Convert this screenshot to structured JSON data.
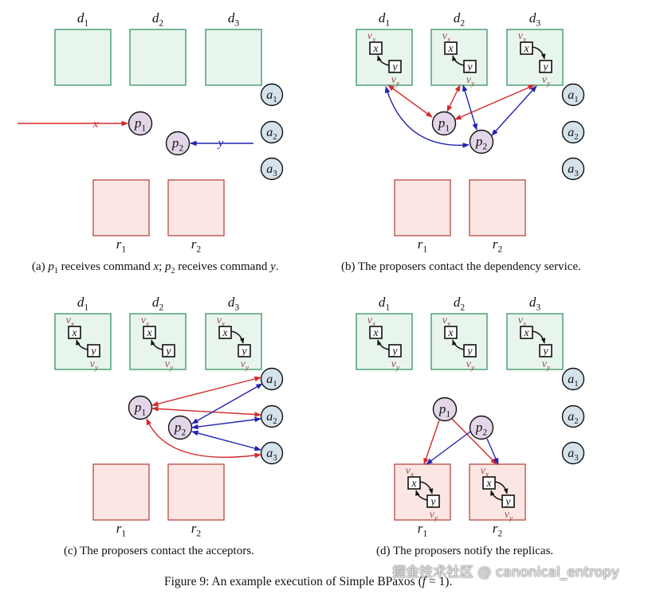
{
  "figure": {
    "caption": "Figure 9: An example execution of Simple BPaxos (f = 1).",
    "caption_prefix": "Figure 9: An example execution of Simple BPaxos (",
    "caption_var": "f",
    "caption_suffix": " = 1).",
    "watermark": "掘金技术社区 @ canonical_entropy"
  },
  "colors": {
    "dep_fill": "#e8f5ec",
    "dep_stroke": "#4fa27a",
    "replica_fill": "#fbe6e4",
    "replica_stroke": "#c0605a",
    "proposer_fill": "#e2d6e8",
    "acceptor_fill": "#d4e2ec",
    "red_arrow": "#d42a2a",
    "blue_arrow": "#2222b0",
    "vlabel": "#9a4a4a"
  },
  "labels": {
    "deps": [
      "d",
      "d",
      "d"
    ],
    "dep_subs": [
      "1",
      "2",
      "3"
    ],
    "replicas": [
      "r",
      "r"
    ],
    "replica_subs": [
      "1",
      "2"
    ],
    "proposers": [
      "p",
      "p"
    ],
    "proposer_subs": [
      "1",
      "2"
    ],
    "acceptors": [
      "a",
      "a",
      "a"
    ],
    "acceptor_subs": [
      "1",
      "2",
      "3"
    ],
    "cmd_x": "x",
    "cmd_y": "y",
    "v_x": "v",
    "v_x_sub": "x",
    "v_y": "v",
    "v_y_sub": "y"
  },
  "panels": [
    {
      "id": "a",
      "caption_parts": [
        "(a) ",
        "p",
        "1",
        " receives command ",
        "x",
        "; ",
        "p",
        "2",
        " receives command ",
        "y",
        "."
      ],
      "dep_graphs": [],
      "replica_graphs": [],
      "edges": [
        {
          "from": "input",
          "to": "p1",
          "color": "red",
          "label": "x"
        },
        {
          "from": "input",
          "to": "p2",
          "color": "blue",
          "label": "y"
        }
      ]
    },
    {
      "id": "b",
      "caption": "(b) The proposers contact the dependency service.",
      "dep_graphs": [
        "y->x",
        "y->x",
        "x->y"
      ],
      "replica_graphs": [],
      "edges": [
        {
          "from": "p1",
          "to": "d1",
          "color": "red",
          "bidirectional": true
        },
        {
          "from": "p1",
          "to": "d2",
          "color": "red",
          "bidirectional": true
        },
        {
          "from": "p1",
          "to": "d3",
          "color": "red",
          "bidirectional": true
        },
        {
          "from": "p2",
          "to": "d1",
          "color": "blue",
          "bidirectional": true
        },
        {
          "from": "p2",
          "to": "d2",
          "color": "blue",
          "bidirectional": true
        },
        {
          "from": "p2",
          "to": "d3",
          "color": "blue",
          "bidirectional": true
        }
      ]
    },
    {
      "id": "c",
      "caption": "(c) The proposers contact the acceptors.",
      "dep_graphs": [
        "y->x",
        "y->x",
        "x->y"
      ],
      "replica_graphs": [],
      "edges": [
        {
          "from": "p1",
          "to": "a1",
          "color": "red",
          "bidirectional": true
        },
        {
          "from": "p1",
          "to": "a2",
          "color": "red",
          "bidirectional": true
        },
        {
          "from": "p1",
          "to": "a3",
          "color": "red",
          "bidirectional": true
        },
        {
          "from": "p2",
          "to": "a1",
          "color": "blue",
          "bidirectional": true
        },
        {
          "from": "p2",
          "to": "a2",
          "color": "blue",
          "bidirectional": true
        },
        {
          "from": "p2",
          "to": "a3",
          "color": "blue",
          "bidirectional": true
        }
      ]
    },
    {
      "id": "d",
      "caption": "(d) The proposers notify the replicas.",
      "dep_graphs": [
        "y->x",
        "y->x",
        "x->y"
      ],
      "replica_graphs": [
        "cycle",
        "cycle"
      ],
      "edges": [
        {
          "from": "p1",
          "to": "r1",
          "color": "red"
        },
        {
          "from": "p1",
          "to": "r2",
          "color": "red"
        },
        {
          "from": "p2",
          "to": "r1",
          "color": "blue"
        },
        {
          "from": "p2",
          "to": "r2",
          "color": "blue"
        }
      ]
    }
  ]
}
